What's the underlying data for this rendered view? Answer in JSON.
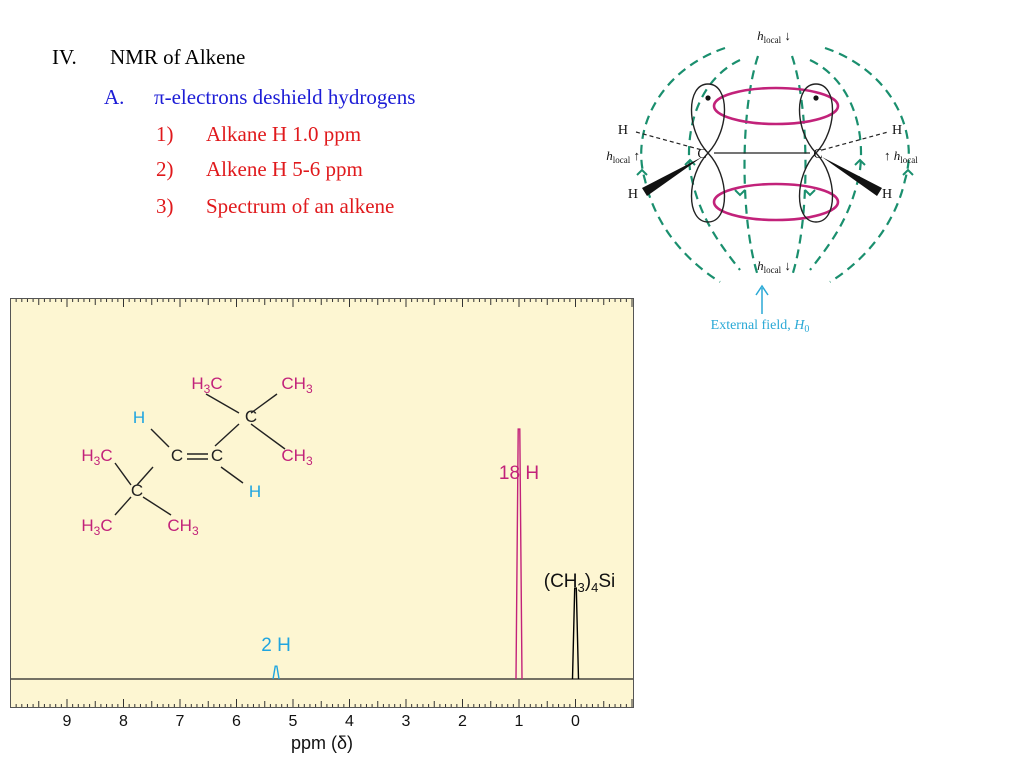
{
  "slide": {
    "outline": [
      {
        "marker": "IV.",
        "text": "NMR of Alkene",
        "level": 0
      },
      {
        "marker": "A.",
        "text": "π-electrons deshield hydrogens",
        "level": 1
      },
      {
        "marker": "1)",
        "text": "Alkane H 1.0 ppm",
        "level": 2
      },
      {
        "marker": "2)",
        "text": "Alkene H 5-6 ppm",
        "level": 2
      },
      {
        "marker": "3)",
        "text": "Spectrum of an alkene",
        "level": 2
      }
    ]
  },
  "diagram": {
    "atoms": {
      "carbon": "C",
      "hydrogen": "H"
    },
    "h_local_label": "h",
    "h_local_sub": "local",
    "external_field_label": "External field, ",
    "external_field_symbol": "H",
    "external_field_sub": "0",
    "colors": {
      "field_lines": "#1a8f6e",
      "ring": "#c2227a",
      "external_arrow": "#2aa9d6"
    }
  },
  "molecule": {
    "labels": {
      "top_left_methyl": "H3C",
      "top_right_methyl": "CH3",
      "upper_c": "C",
      "vinyl_h_top": "H",
      "left_methyl": "H3C",
      "double_c_left": "C",
      "double_c_right": "C",
      "right_methyl": "CH3",
      "lower_c": "C",
      "vinyl_h_bottom": "H",
      "bottom_left_methyl": "H3C",
      "bottom_right_methyl": "CH3"
    },
    "colors": {
      "methyl": "#c2227a",
      "vinyl_h": "#1fa5e0",
      "carbon": "#222222",
      "bond": "#222222"
    }
  },
  "chart_data": {
    "type": "line",
    "title": "",
    "xlabel": "ppm (δ)",
    "ylabel": "",
    "xlim": [
      10,
      -1
    ],
    "x_reversed": true,
    "x_ticks": [
      9,
      8,
      7,
      6,
      5,
      4,
      3,
      2,
      1,
      0
    ],
    "grid": false,
    "peaks": [
      {
        "ppm": 5.3,
        "relative_height": 0.045,
        "label": "2 H",
        "color": "#1fa5e0"
      },
      {
        "ppm": 1.0,
        "relative_height": 0.88,
        "label": "18 H",
        "color": "#c2227a"
      },
      {
        "ppm": 0.0,
        "relative_height": 0.32,
        "label": "(CH3)4Si",
        "color": "#000000"
      }
    ]
  }
}
